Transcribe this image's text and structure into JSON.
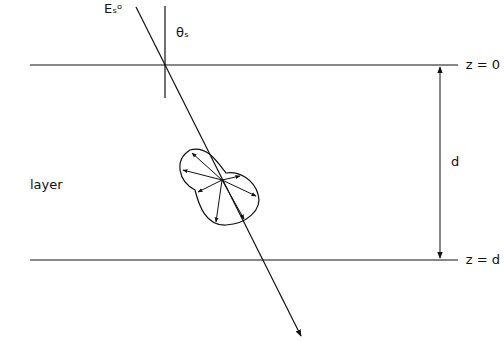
{
  "diagram": {
    "labels": [
      "Eₛᵒ",
      "θₛ",
      "layer",
      "d",
      "z = 0",
      "z = d"
    ]
  }
}
